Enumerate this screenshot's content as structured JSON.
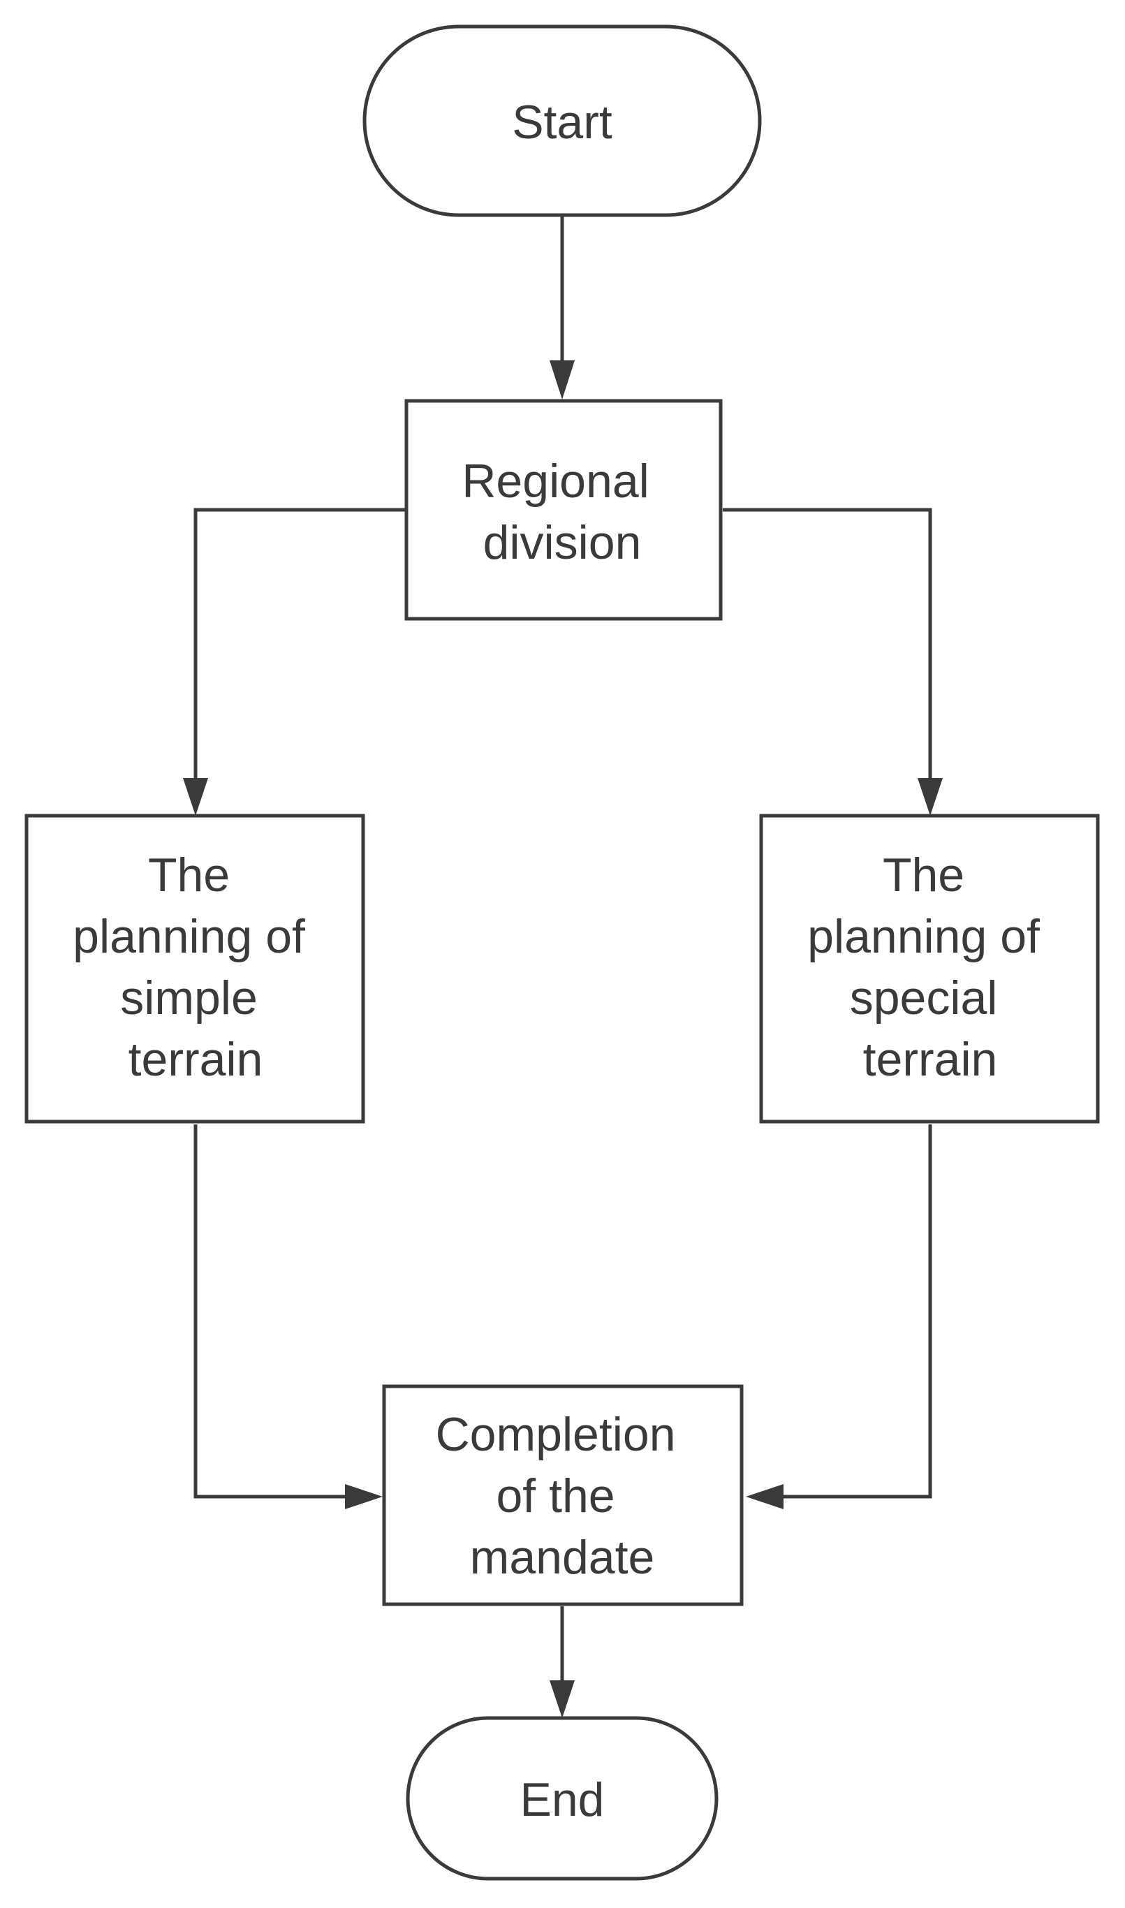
{
  "diagram": {
    "nodes": {
      "start": {
        "lines": [
          "Start"
        ]
      },
      "regional": {
        "lines": [
          "Regional",
          "division"
        ]
      },
      "simple": {
        "lines": [
          "The",
          "planning of",
          "simple",
          "terrain"
        ]
      },
      "special": {
        "lines": [
          "The",
          "planning of",
          "special",
          "terrain"
        ]
      },
      "completion": {
        "lines": [
          "Completion",
          "of the",
          "mandate"
        ]
      },
      "end": {
        "lines": [
          "End"
        ]
      }
    }
  },
  "colors": {
    "stroke": "#3a3a3a",
    "background": "#ffffff"
  }
}
